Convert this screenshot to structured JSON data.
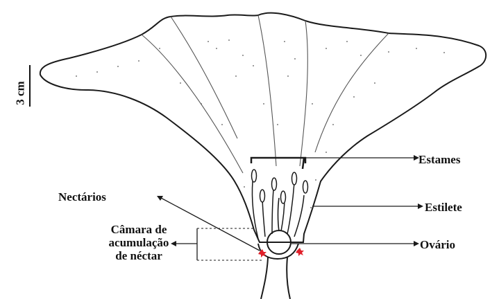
{
  "labels": {
    "estames": "Estames",
    "estilete": "Estilete",
    "ovario": "Ovário",
    "nectarios": "Nectários",
    "camara_line1": "Câmara de",
    "camara_line2": "acumulação",
    "camara_line3": "de néctar",
    "scale": "3 cm"
  },
  "colors": {
    "ink": "#1a1a1a",
    "nectary_mark": "#e0202a"
  }
}
